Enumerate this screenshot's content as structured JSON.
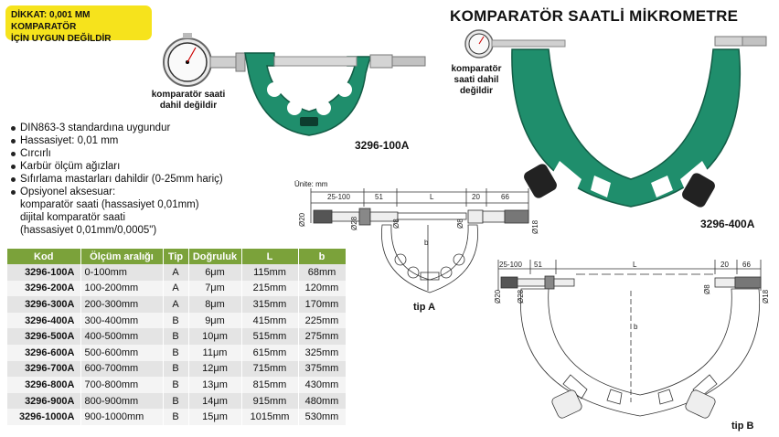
{
  "warning": [
    "DİKKAT: 0,001 MM KOMPARATÖR",
    "İÇİN UYGUN DEĞİLDİR"
  ],
  "title": "KOMPARATÖR SAATLİ MİKROMETRE",
  "caption_small": [
    "komparatör saati",
    "dahil değildir"
  ],
  "caption_large": [
    "komparatör",
    "saati dahil",
    "değildir"
  ],
  "model_small": "3296-100A",
  "model_large": "3296-400A",
  "features": [
    "DIN863-3 standardına uygundur",
    "Hassasiyet: 0,01 mm",
    "Cırcırlı",
    "Karbür ölçüm ağızları",
    "Sıfırlama mastarları dahildir (0-25mm hariç)",
    "Opsiyonel aksesuar:"
  ],
  "feature_subs": [
    "komparatör saati (hassasiyet 0,01mm)",
    "dijital komparatör saati",
    "(hassasiyet 0,01mm/0,0005\")"
  ],
  "units_label": "Ünite: mm",
  "tip_a": "tip A",
  "tip_b": "tip B",
  "dims_a": {
    "d1": "25-100",
    "d2": "51",
    "d3": "L",
    "d4": "20",
    "d5": "66",
    "phi20": "Ø20",
    "phi28": "Ø28",
    "phi8a": "Ø8",
    "phi8b": "Ø8",
    "phi18": "Ø18",
    "b": "b"
  },
  "dims_b": {
    "d1": "25-100",
    "d2": "51",
    "d3": "L",
    "d4": "20",
    "d5": "66",
    "phi20": "Ø20",
    "phi28": "Ø28",
    "phi8": "Ø8",
    "phi18": "Ø18",
    "b": "b"
  },
  "table": {
    "headers": [
      "Kod",
      "Ölçüm aralığı",
      "Tip",
      "Doğruluk",
      "L",
      "b"
    ],
    "rows": [
      [
        "3296-100A",
        "0-100mm",
        "A",
        "6μm",
        "115mm",
        "68mm"
      ],
      [
        "3296-200A",
        "100-200mm",
        "A",
        "7μm",
        "215mm",
        "120mm"
      ],
      [
        "3296-300A",
        "200-300mm",
        "A",
        "8μm",
        "315mm",
        "170mm"
      ],
      [
        "3296-400A",
        "300-400mm",
        "B",
        "9μm",
        "415mm",
        "225mm"
      ],
      [
        "3296-500A",
        "400-500mm",
        "B",
        "10μm",
        "515mm",
        "275mm"
      ],
      [
        "3296-600A",
        "500-600mm",
        "B",
        "11μm",
        "615mm",
        "325mm"
      ],
      [
        "3296-700A",
        "600-700mm",
        "B",
        "12μm",
        "715mm",
        "375mm"
      ],
      [
        "3296-800A",
        "700-800mm",
        "B",
        "13μm",
        "815mm",
        "430mm"
      ],
      [
        "3296-900A",
        "800-900mm",
        "B",
        "14μm",
        "915mm",
        "480mm"
      ],
      [
        "3296-1000A",
        "900-1000mm",
        "B",
        "15μm",
        "1015mm",
        "530mm"
      ]
    ]
  },
  "colors": {
    "warning_bg": "#f6e31c",
    "header_green": "#7ba23a",
    "body_green": "#1f8e6c"
  }
}
